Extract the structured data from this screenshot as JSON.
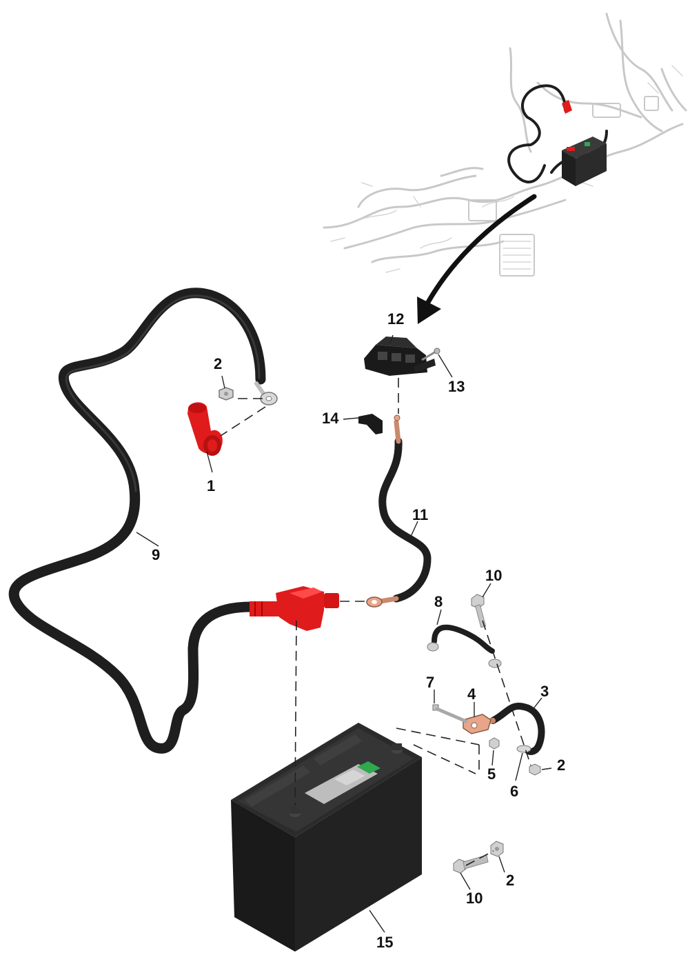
{
  "diagram": {
    "callouts": [
      {
        "id": "c1",
        "label": "1"
      },
      {
        "id": "c2a",
        "label": "2"
      },
      {
        "id": "c2b",
        "label": "2"
      },
      {
        "id": "c2c",
        "label": "2"
      },
      {
        "id": "c3",
        "label": "3"
      },
      {
        "id": "c4",
        "label": "4"
      },
      {
        "id": "c5",
        "label": "5"
      },
      {
        "id": "c6",
        "label": "6"
      },
      {
        "id": "c7",
        "label": "7"
      },
      {
        "id": "c8",
        "label": "8"
      },
      {
        "id": "c9",
        "label": "9"
      },
      {
        "id": "c10a",
        "label": "10"
      },
      {
        "id": "c10b",
        "label": "10"
      },
      {
        "id": "c11",
        "label": "11"
      },
      {
        "id": "c12",
        "label": "12"
      },
      {
        "id": "c13",
        "label": "13"
      },
      {
        "id": "c14",
        "label": "14"
      },
      {
        "id": "c15",
        "label": "15"
      }
    ],
    "colors": {
      "cable": "#1e1e1e",
      "terminal_cover": "#e01b1b",
      "copper": "#e8a58a",
      "battery": "#1f1f1f",
      "battery_label_green": "#2fa84f",
      "harness": "#c8c8c8",
      "arrow": "#111111"
    }
  }
}
